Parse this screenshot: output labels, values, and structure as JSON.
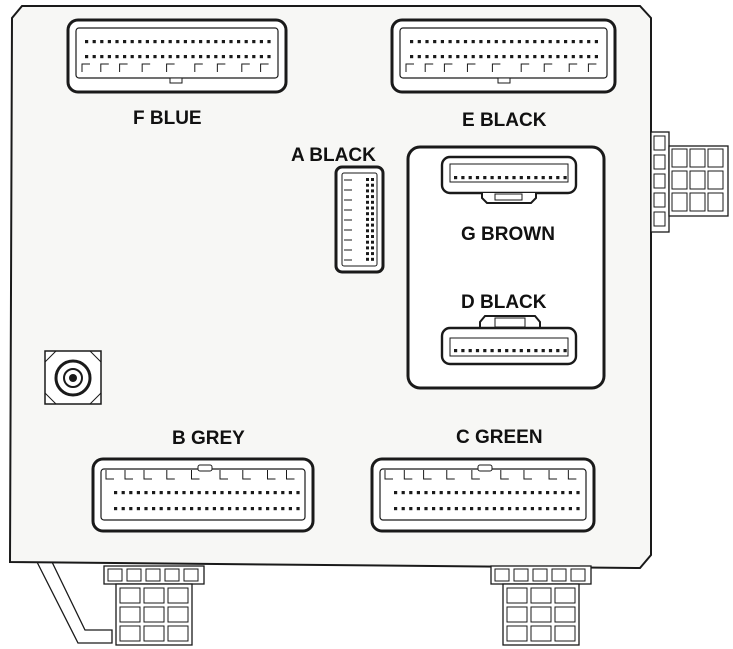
{
  "labels": {
    "f": "F BLUE",
    "e": "E BLACK",
    "a": "A BLACK",
    "g": "G BROWN",
    "d": "D BLACK",
    "b": "B GREY",
    "c": "C GREEN"
  },
  "colors": {
    "line": "#1a1a1a",
    "body_fill": "#f7f7f5",
    "background": "#ffffff"
  }
}
